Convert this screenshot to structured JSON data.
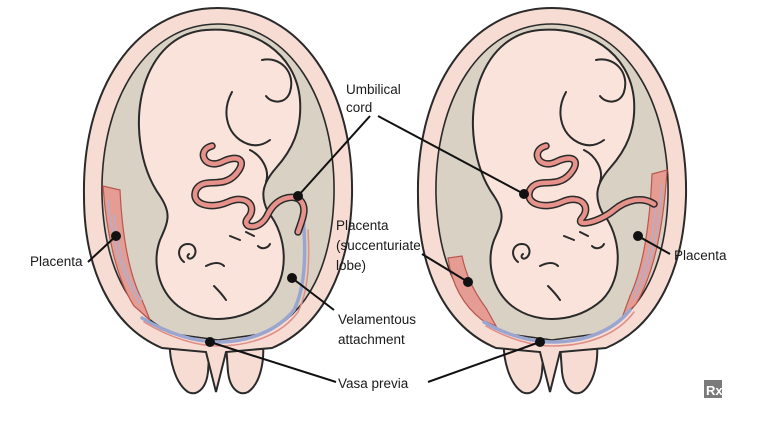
{
  "labels": {
    "umbilical_cord_line1": "Umbilical",
    "umbilical_cord_line2": "cord",
    "placenta_left": "Placenta",
    "placenta_right": "Placenta",
    "succ_line1": "Placenta",
    "succ_line2": "(succenturiate",
    "succ_line3": "lobe)",
    "velamentous_line1": "Velamentous",
    "velamentous_line2": "attachment",
    "vasa_previa": "Vasa previa"
  },
  "logo_text": "Rx",
  "colors": {
    "uterus_wall": "#f6dcd3",
    "amniotic_cavity": "#d8d1c4",
    "fetus_skin": "#f9e3db",
    "placenta": "#e59c93",
    "vessels": "#9aa6cf"
  }
}
